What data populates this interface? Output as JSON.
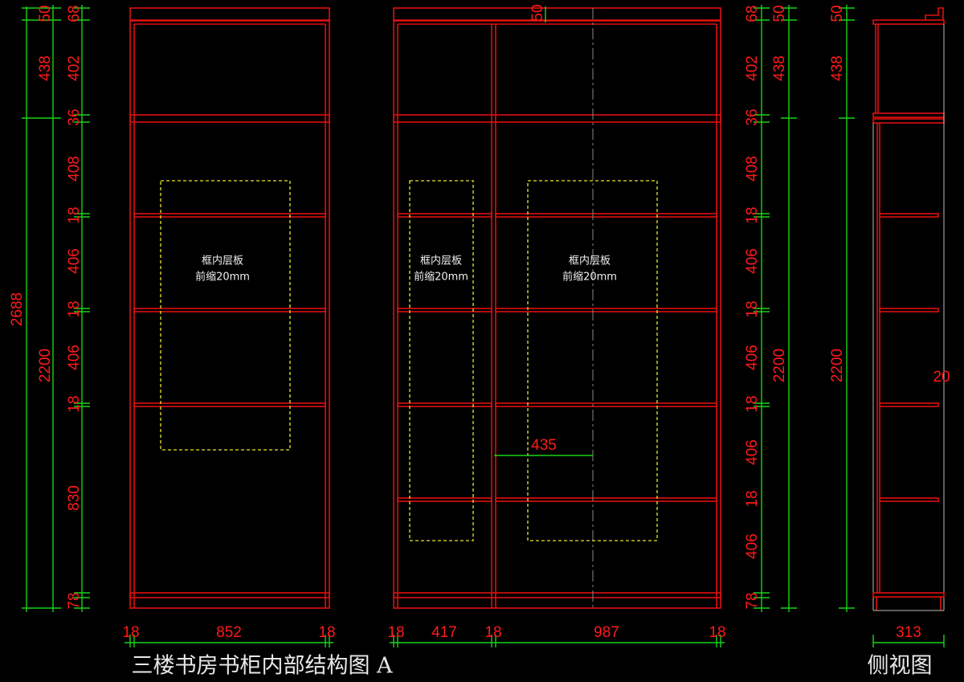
{
  "title_main": "三楼书房书柜内部结构图 A",
  "title_side": "侧视图",
  "notes": [
    {
      "line1": "框内层板",
      "line2": "前缩20mm"
    },
    {
      "line1": "框内层板",
      "line2": "前缩20mm"
    },
    {
      "line1": "框内层板",
      "line2": "前缩20mm"
    }
  ],
  "dims": {
    "left_total": "2688",
    "left_mid": [
      "50",
      "438",
      "2200"
    ],
    "left_inner": [
      "68",
      "402",
      "36",
      "408",
      "18",
      "406",
      "18",
      "406",
      "18",
      "830",
      "78"
    ],
    "right_inner": [
      "68",
      "402",
      "36",
      "408",
      "18",
      "406",
      "18",
      "406",
      "18",
      "406",
      "18",
      "406",
      "78"
    ],
    "right_mid": [
      "50",
      "438",
      "2200"
    ],
    "side_vert": [
      "50",
      "438",
      "2200"
    ],
    "side_shelf_gap": "20",
    "bottom_left": [
      "18",
      "852",
      "18"
    ],
    "bottom_mid": [
      "18",
      "417",
      "18",
      "987",
      "18"
    ],
    "bottom_side": "313",
    "center_offset": "435",
    "top_mid": "50"
  },
  "colors": {
    "background": "#000000",
    "cabinet_lines": "#e01010",
    "dimension_lines": "#19d219",
    "dimension_text": "#ff1a1a",
    "note_outline": "#e6e62a"
  }
}
